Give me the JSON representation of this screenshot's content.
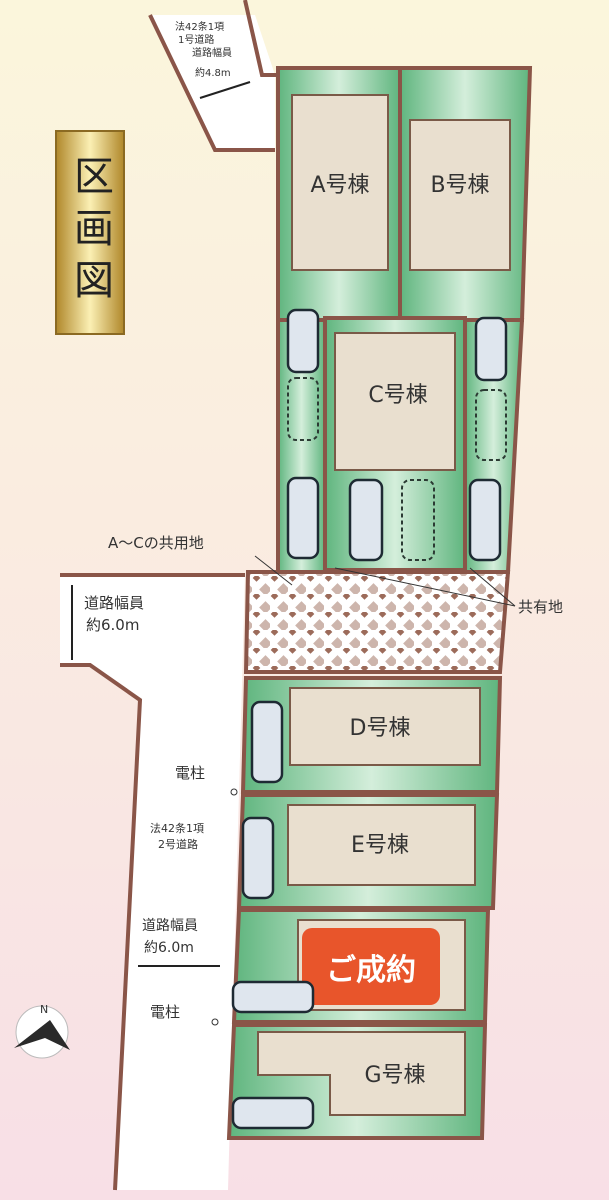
{
  "title": "区画図",
  "top_road": {
    "line1": "法42条1項",
    "line2": "1号道路",
    "line3": "道路幅員",
    "line4": "約4.8m"
  },
  "lots": {
    "a": "A号棟",
    "b": "B号棟",
    "c": "C号棟",
    "d": "D号棟",
    "e": "E号棟",
    "g": "G号棟"
  },
  "sold_badge": "ご成約",
  "shared_land_label": "A～Cの共用地",
  "co_owned_label": "共有地",
  "road_width_top": {
    "line1": "道路幅員",
    "line2": "約6.0m"
  },
  "road_type_lower": {
    "line1": "法42条1項",
    "line2": "2号道路"
  },
  "road_width_lower": {
    "line1": "道路幅員",
    "line2": "約6.0m"
  },
  "pole_label": "電柱",
  "north_label": "N",
  "colors": {
    "sold": "#e8552b",
    "boundary": "#8a5548",
    "lot_green": "#7fc79a"
  }
}
